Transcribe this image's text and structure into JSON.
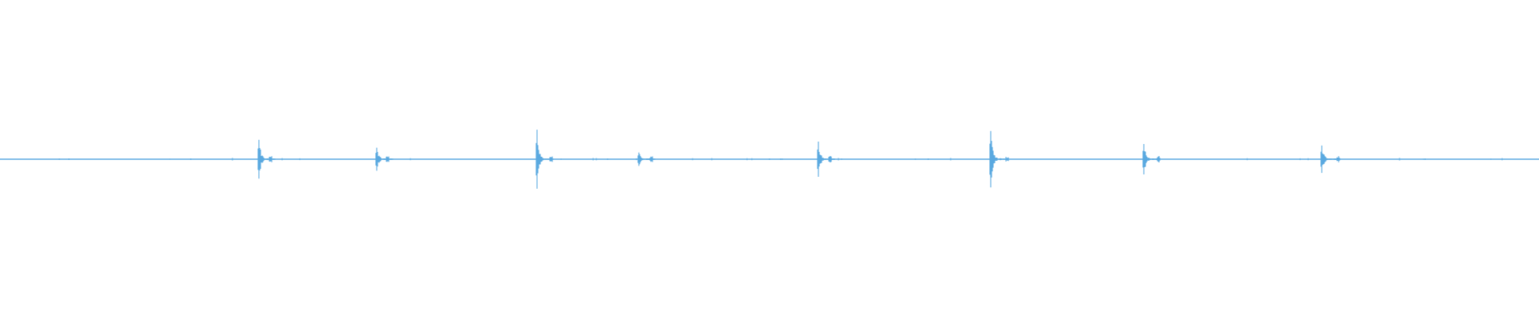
{
  "waveform": {
    "color": "#5aa9e0",
    "background": "#ffffff",
    "transients": [
      {
        "position": 0.168,
        "amplitude": 0.64
      },
      {
        "position": 0.245,
        "amplitude": 0.38
      },
      {
        "position": 0.349,
        "amplitude": 0.97
      },
      {
        "position": 0.415,
        "amplitude": 0.22
      },
      {
        "position": 0.532,
        "amplitude": 0.58
      },
      {
        "position": 0.644,
        "amplitude": 0.93
      },
      {
        "position": 0.743,
        "amplitude": 0.5
      },
      {
        "position": 0.859,
        "amplitude": 0.45
      }
    ]
  }
}
